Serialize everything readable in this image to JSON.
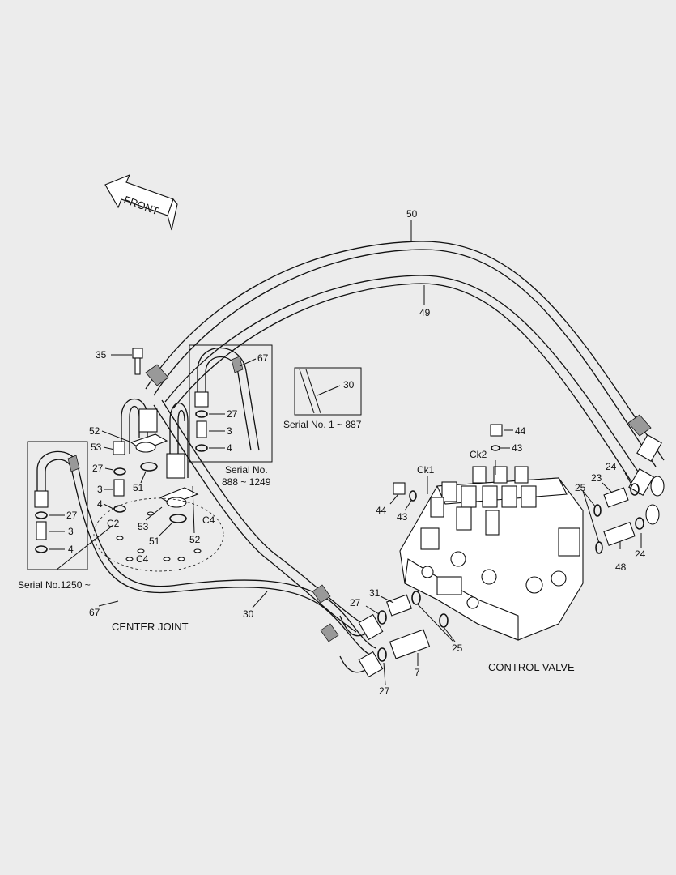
{
  "labels": {
    "front": "FRONT",
    "p50": "50",
    "p49": "49",
    "p35": "35",
    "p67a": "67",
    "p30a": "30",
    "serial_1_887": "Serial No. 1 ~ 887",
    "p52a": "52",
    "p53a": "53",
    "p27a": "27",
    "p3a": "3",
    "p4a": "4",
    "p51a": "51",
    "p53b": "53",
    "p51b": "51",
    "p52b": "52",
    "p27b": "27",
    "p3b": "3",
    "p4b": "4",
    "serial_888_line1": "Serial No.",
    "serial_888_line2": "888 ~ 1249",
    "p27c": "27",
    "p3c": "3",
    "p4c": "4",
    "serial_1250": "Serial No.1250 ~",
    "p67b": "67",
    "p30b": "30",
    "center_joint": "CENTER JOINT",
    "c2": "C2",
    "c4a": "C4",
    "c4b": "C4",
    "p44a": "44",
    "p43a": "43",
    "ck2": "Ck2",
    "ck1": "Ck1",
    "p44b": "44",
    "p43b": "43",
    "p24a": "24",
    "p23": "23",
    "p25a": "25",
    "p48": "48",
    "p24b": "24",
    "p31": "31",
    "p27d": "27",
    "p25b": "25",
    "p7": "7",
    "p27e": "27",
    "control_valve": "CONTROL VALVE"
  },
  "colors": {
    "line": "#111111",
    "background": "#ececec",
    "part_fill": "#ffffff"
  }
}
